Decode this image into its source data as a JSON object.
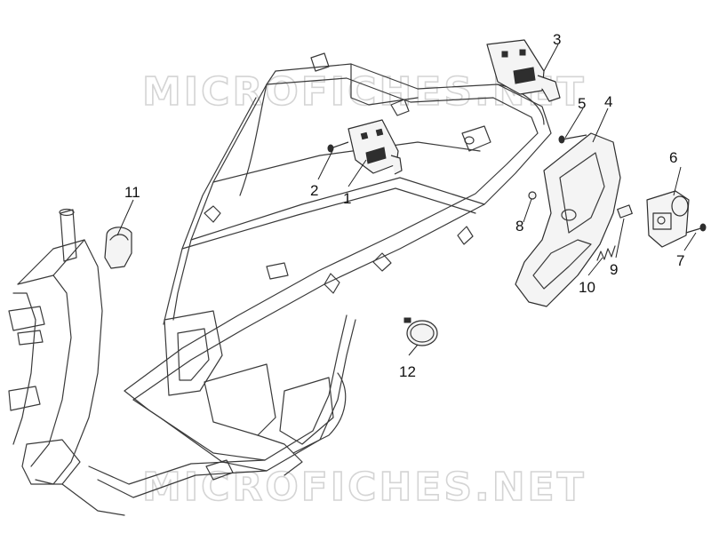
{
  "watermark": {
    "top": "MICROFICHES.NET",
    "bottom": "MICROFICHES.NET"
  },
  "callouts": [
    {
      "id": "1",
      "label": "1",
      "part": "hook-bracket-center"
    },
    {
      "id": "2",
      "label": "2",
      "part": "screw"
    },
    {
      "id": "3",
      "label": "3",
      "part": "hook-bracket-top"
    },
    {
      "id": "4",
      "label": "4",
      "part": "shield-plate"
    },
    {
      "id": "5",
      "label": "5",
      "part": "screw"
    },
    {
      "id": "6",
      "label": "6",
      "part": "lock-actuator"
    },
    {
      "id": "7",
      "label": "7",
      "part": "screw"
    },
    {
      "id": "8",
      "label": "8",
      "part": "nut"
    },
    {
      "id": "9",
      "label": "9",
      "part": "fitting"
    },
    {
      "id": "10",
      "label": "10",
      "part": "spring"
    },
    {
      "id": "11",
      "label": "11",
      "part": "cable-clamp"
    },
    {
      "id": "12",
      "label": "12",
      "part": "hose-clamp"
    }
  ]
}
